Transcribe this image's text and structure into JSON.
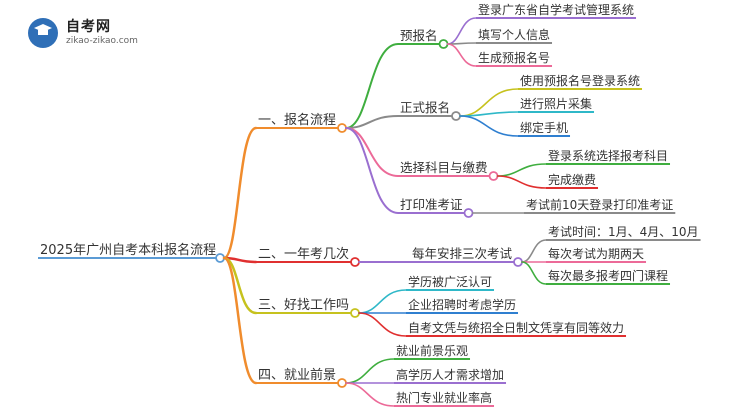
{
  "logo": {
    "name": "自考网",
    "site": "zikao-zikao.com"
  },
  "mindmap": {
    "root": "2025年广州自考本科报名流程",
    "branches": [
      {
        "label": "一、报名流程",
        "color": "#f08c2d",
        "children": [
          {
            "label": "预报名",
            "color": "#3fae3f",
            "children": [
              {
                "label": "登录广东省自学考试管理系统",
                "color": "#9a6fd0"
              },
              {
                "label": "填写个人信息",
                "color": "#8a8a8a"
              },
              {
                "label": "生成预报名号",
                "color": "#ec6a98"
              }
            ]
          },
          {
            "label": "正式报名",
            "color": "#8a8a8a",
            "children": [
              {
                "label": "使用预报名号登录系统",
                "color": "#c6c21e"
              },
              {
                "label": "进行照片采集",
                "color": "#2fb8c8"
              },
              {
                "label": "绑定手机",
                "color": "#2f7fd0"
              }
            ]
          },
          {
            "label": "选择科目与缴费",
            "color": "#ec6a98",
            "children": [
              {
                "label": "登录系统选择报考科目",
                "color": "#3fae3f"
              },
              {
                "label": "完成缴费",
                "color": "#e03030"
              }
            ]
          },
          {
            "label": "打印准考证",
            "color": "#9a6fd0",
            "children": [
              {
                "label": "考试前10天登录打印准考证",
                "color": "#8a8a8a"
              }
            ]
          }
        ]
      },
      {
        "label": "二、一年考几次",
        "color": "#e03030",
        "children": [
          {
            "label": "每年安排三次考试",
            "color": "#9a6fd0",
            "children": [
              {
                "label": "考试时间：1月、4月、10月",
                "color": "#8a8a8a"
              },
              {
                "label": "每次考试为期两天",
                "color": "#ec6a98"
              },
              {
                "label": "每次最多报考四门课程",
                "color": "#3fae3f"
              }
            ]
          }
        ]
      },
      {
        "label": "三、好找工作吗",
        "color": "#c6c21e",
        "children": [
          {
            "label": "学历被广泛认可",
            "color": "#2fb8c8"
          },
          {
            "label": "企业招聘时考虑学历",
            "color": "#2f7fd0"
          },
          {
            "label": "自考文凭与统招全日制文凭享有同等效力",
            "color": "#e03030"
          }
        ]
      },
      {
        "label": "四、就业前景",
        "color": "#f08c2d",
        "children": [
          {
            "label": "就业前景乐观",
            "color": "#3fae3f"
          },
          {
            "label": "高学历人才需求增加",
            "color": "#9a6fd0"
          },
          {
            "label": "热门专业就业率高",
            "color": "#ec6a98"
          }
        ]
      }
    ]
  }
}
